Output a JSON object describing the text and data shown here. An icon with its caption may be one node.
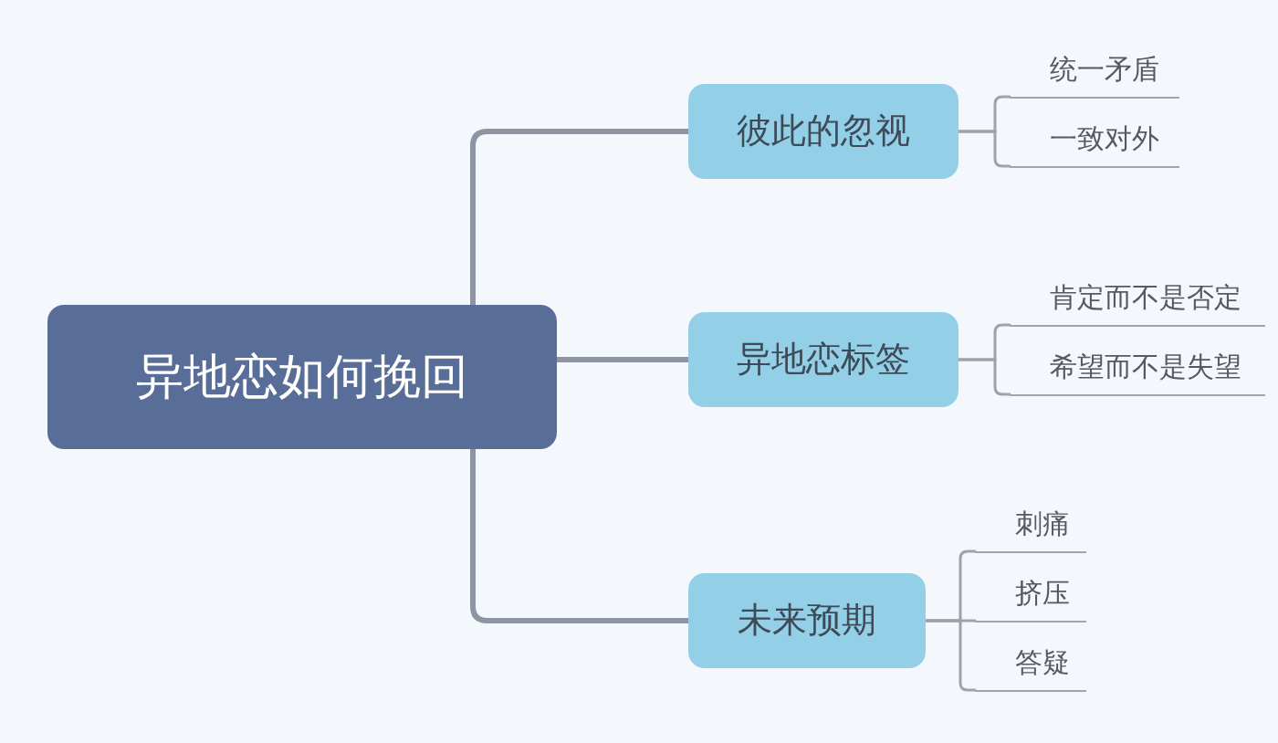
{
  "diagram": {
    "nodes": [
      {
        "text": [
          "异地恋如何挽回"
        ]
      },
      {
        "text": [
          "彼此的忽视"
        ]
      },
      {
        "text": [
          "异地恋标签"
        ]
      },
      {
        "text": [
          "未来预期"
        ]
      },
      {
        "text": [
          "统一矛盾"
        ]
      },
      {
        "text": [
          "一致对外"
        ]
      },
      {
        "text": [
          "肯定而不是否定"
        ]
      },
      {
        "text": [
          "希望而不是失望"
        ]
      },
      {
        "text": [
          "刺痛"
        ]
      },
      {
        "text": [
          "挤压"
        ]
      },
      {
        "text": [
          "答疑"
        ]
      }
    ],
    "edges": [
      {
        "from": 0,
        "to": 1,
        "arrow": "none",
        "style": "thick"
      },
      {
        "from": 0,
        "to": 2,
        "arrow": "none",
        "style": "thick"
      },
      {
        "from": 0,
        "to": 3,
        "arrow": "none",
        "style": "thick"
      },
      {
        "from": 1,
        "to": 4,
        "arrow": "none"
      },
      {
        "from": 1,
        "to": 5,
        "arrow": "none"
      },
      {
        "from": 2,
        "to": 6,
        "arrow": "none"
      },
      {
        "from": 2,
        "to": 7,
        "arrow": "none"
      },
      {
        "from": 3,
        "to": 8,
        "arrow": "none"
      },
      {
        "from": 3,
        "to": 9,
        "arrow": "none"
      },
      {
        "from": 3,
        "to": 10,
        "arrow": "none"
      }
    ]
  }
}
